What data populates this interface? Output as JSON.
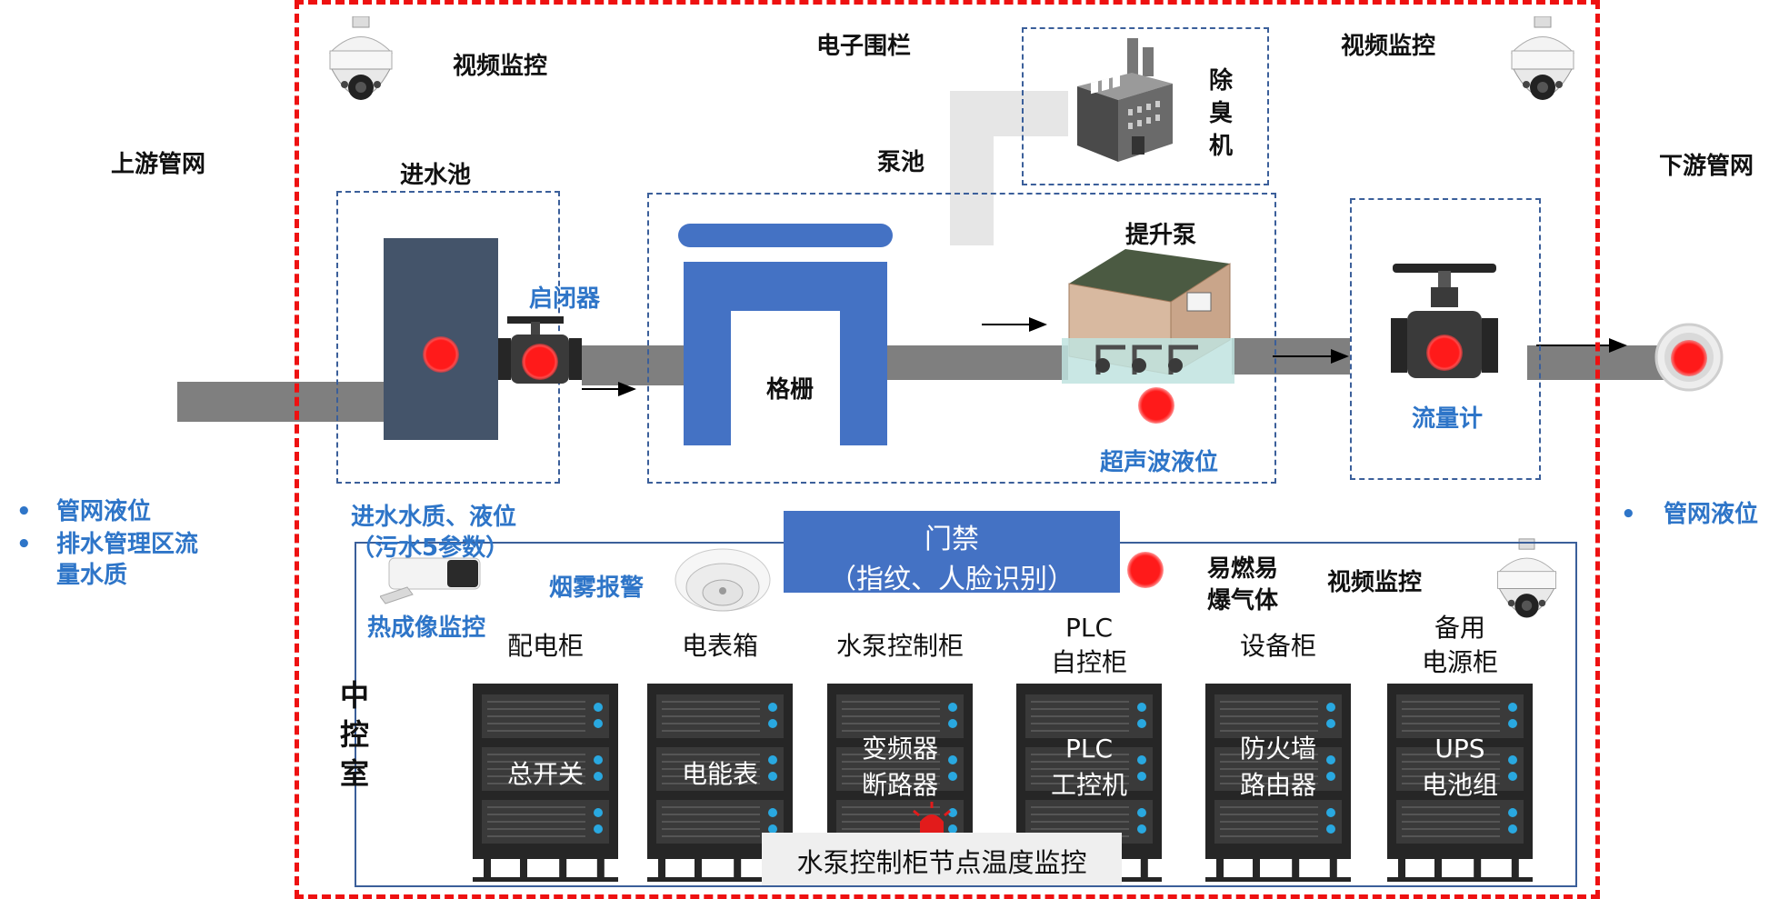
{
  "labels": {
    "upstream": "上游管网",
    "downstream": "下游管网",
    "video_top_left": "视频监控",
    "fence": "电子围栏",
    "video_top_right": "视频监控",
    "deodorizer_1": "除",
    "deodorizer_2": "臭",
    "deodorizer_3": "机",
    "inlet_pool": "进水池",
    "pump_pool": "泵池",
    "lift_pump": "提升泵",
    "gate_valve": "启闭器",
    "grille": "格栅",
    "ultrasonic": "超声波液位",
    "flowmeter": "流量计",
    "inlet_quality_1": "进水水质、液位",
    "inlet_quality_2": "（污水5参数）",
    "access_1": "门禁",
    "access_2": "（指纹、人脸识别）",
    "smoke_alarm": "烟雾报警",
    "flammable_1": "易燃易",
    "flammable_2": "爆气体",
    "video_room": "视频监控",
    "thermal": "热成像监控",
    "control_room_1": "中",
    "control_room_2": "控",
    "control_room_3": "室",
    "temp_monitor": "水泵控制柜节点温度监控"
  },
  "left_bullets": [
    "管网液位",
    "排水管理区流",
    "量水质"
  ],
  "right_bullets": [
    "管网液位"
  ],
  "cabinets": [
    {
      "title": "配电柜",
      "title2": "",
      "inner1": "总开关",
      "inner2": ""
    },
    {
      "title": "电表箱",
      "title2": "",
      "inner1": "电能表",
      "inner2": ""
    },
    {
      "title": "水泵控制柜",
      "title2": "",
      "inner1": "变频器",
      "inner2": "断路器"
    },
    {
      "title": "PLC",
      "title2": "自控柜",
      "inner1": "PLC",
      "inner2": "工控机"
    },
    {
      "title": "设备柜",
      "title2": "",
      "inner1": "防火墙",
      "inner2": "路由器"
    },
    {
      "title": "备用",
      "title2": "电源柜",
      "inner1": "UPS",
      "inner2": "电池组"
    }
  ],
  "colors": {
    "fence": "#ee1111",
    "pipe": "#7f7f7f",
    "grille": "#4472c4",
    "sensor_dot": "#ff1a1a",
    "annotation_blue": "#2E75C8",
    "access_bar": "#4472c4",
    "cabinet": "#262626"
  },
  "icons": [
    "ptz-camera-icon",
    "factory-icon",
    "house-pump-icon",
    "valve-icon",
    "bullet-camera-icon",
    "smoke-detector-icon",
    "alarm-light-icon",
    "server-rack-icon"
  ]
}
